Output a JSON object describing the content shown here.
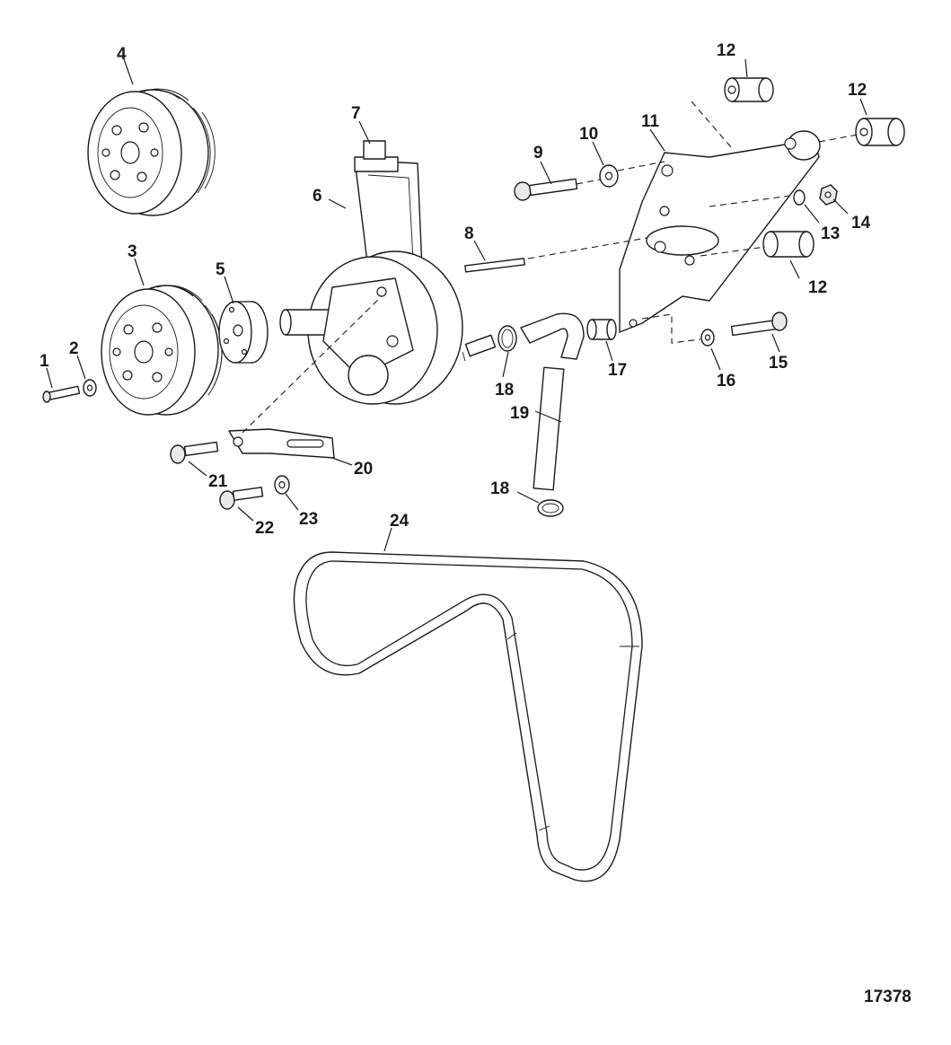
{
  "diagram": {
    "figure_number": "17378",
    "callouts": {
      "c1": "1",
      "c2": "2",
      "c3": "3",
      "c4": "4",
      "c5": "5",
      "c6": "6",
      "c7": "7",
      "c8": "8",
      "c9": "9",
      "c10": "10",
      "c11": "11",
      "c12a": "12",
      "c12b": "12",
      "c12c": "12",
      "c13": "13",
      "c14": "14",
      "c15": "15",
      "c16": "16",
      "c17": "17",
      "c18a": "18",
      "c18b": "18",
      "c19": "19",
      "c20": "20",
      "c21": "21",
      "c22": "22",
      "c23": "23",
      "c24": "24"
    }
  }
}
